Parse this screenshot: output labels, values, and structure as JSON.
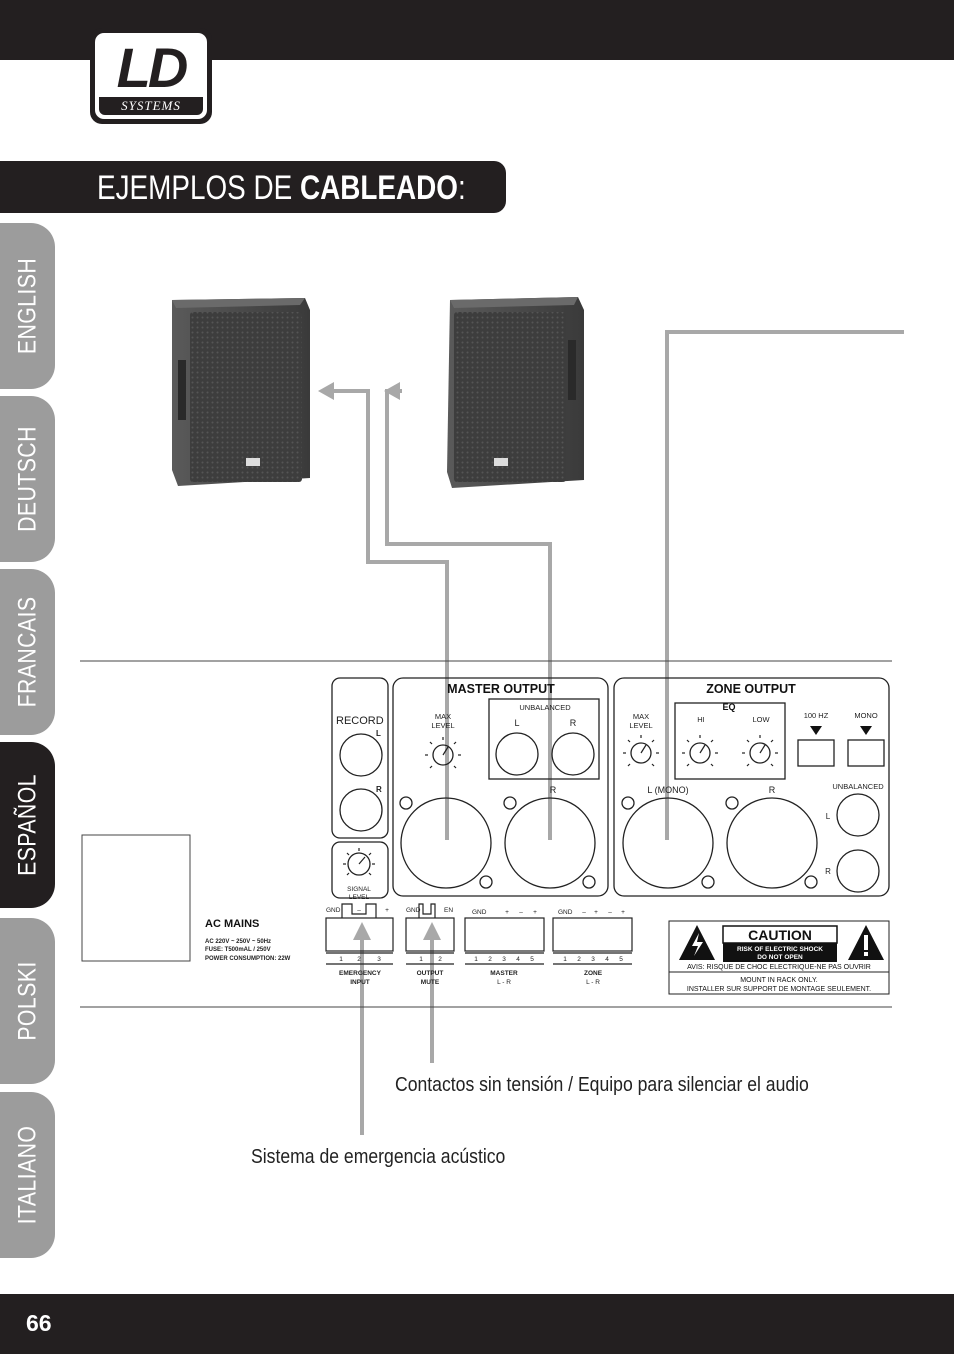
{
  "brand": {
    "logo_main": "LD",
    "logo_sub": "SYSTEMS"
  },
  "title": {
    "normal": "EJEMPLOS DE ",
    "bold": "CABLEADO",
    "suffix": ":"
  },
  "tabs": [
    {
      "label": "ENGLISH",
      "active": false
    },
    {
      "label": "DEUTSCH",
      "active": false
    },
    {
      "label": "FRANCAIS",
      "active": false
    },
    {
      "label": "ESPAÑOL",
      "active": true
    },
    {
      "label": "POLSKI",
      "active": false
    },
    {
      "label": "ITALIANO",
      "active": false
    }
  ],
  "page_number": "66",
  "captions": {
    "mute": "Contactos sin tensión / Equipo para silenciar el audio",
    "emergency": "Sistema de emergencia acústico"
  },
  "panel": {
    "record": {
      "label": "RECORD",
      "l": "L",
      "r": "R"
    },
    "signal_level": [
      "SIGNAL",
      "LEVEL"
    ],
    "master": {
      "title": "MASTER OUTPUT",
      "max_level": [
        "MAX",
        "LEVEL"
      ],
      "unbalanced": "UNBALANCED",
      "l": "L",
      "r": "R",
      "xlr_r": "R"
    },
    "zone": {
      "title": "ZONE OUTPUT",
      "eq": "EQ",
      "max_level": [
        "MAX",
        "LEVEL"
      ],
      "hi": "HI",
      "low": "LOW",
      "hz100": "100 HZ",
      "mono": "MONO",
      "unbalanced": "UNBALANCED",
      "l_mono": "L (MONO)",
      "r": "R",
      "ul": "L",
      "ur": "R"
    },
    "ac_mains": {
      "title": "AC MAINS",
      "lines": [
        "AC 220V ~ 250V ~ 50Hz",
        "FUSE: T500mAL / 250V",
        "POWER CONSUMPTION: 22W"
      ]
    },
    "emergency": {
      "top": [
        "GND",
        "–",
        "+"
      ],
      "pins": [
        "1",
        "2",
        "3"
      ],
      "label": [
        "EMERGENCY",
        "INPUT"
      ]
    },
    "mute": {
      "top": [
        "GND",
        "EN"
      ],
      "pins": [
        "1",
        "2"
      ],
      "label": [
        "OUTPUT",
        "MUTE"
      ]
    },
    "master_term": {
      "top": [
        "GND",
        "+",
        "–",
        "+"
      ],
      "pins": [
        "1",
        "2",
        "3",
        "4",
        "5"
      ],
      "label": [
        "MASTER",
        "L - R"
      ]
    },
    "zone_term": {
      "top": [
        "GND",
        "–",
        "+",
        "–",
        "+"
      ],
      "pins": [
        "1",
        "2",
        "3",
        "4",
        "5"
      ],
      "label": [
        "ZONE",
        "L - R"
      ]
    },
    "caution": {
      "title": "CAUTION",
      "line1": "RISK OF ELECTRIC SHOCK",
      "line2": "DO NOT OPEN",
      "avis": "AVIS: RISQUE DE CHOC ELECTRIQUE-NE PAS OUVRIR",
      "mount1": "MOUNT IN RACK ONLY.",
      "mount2": "INSTALLER SUR SUPPORT DE MONTAGE SEULEMENT."
    }
  },
  "colors": {
    "dark": "#231f20",
    "tab_inactive": "#9c9c9c",
    "wire": "#a8a8a8",
    "speaker": "#4a4a4a"
  }
}
